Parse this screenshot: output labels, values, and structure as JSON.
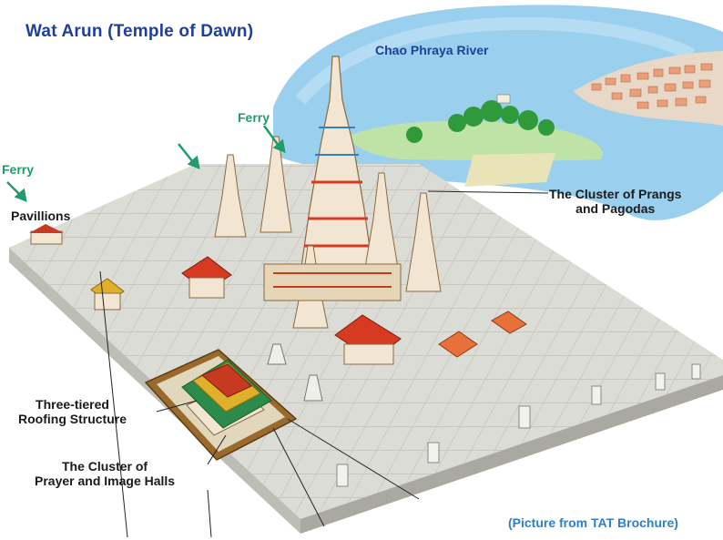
{
  "diagram": {
    "title": "Wat Arun (Temple of Dawn)",
    "labels": {
      "river": "Chao Phraya River",
      "ferry_top": "Ferry",
      "ferry_left": "Ferry",
      "prangs_line1": "The Cluster of Prangs",
      "prangs_line2": "and Pagodas",
      "pavilions": "Pavillions",
      "roofing_line1": "Three-tiered",
      "roofing_line2": "Roofing Structure",
      "halls_line1": "The Cluster of",
      "halls_line2": "Prayer and Image Halls"
    },
    "source": "(Picture from TAT Brochure)"
  },
  "colors": {
    "title": "#1f3f9c",
    "ferry": "#1f9c6a",
    "water": "#9ad0ee",
    "plaza": "#dcdcd6",
    "pagoda": "#f2e6d2",
    "roof_red": "#d63a20",
    "trees": "#2f9a3a",
    "caption": "#2f7fc8"
  }
}
